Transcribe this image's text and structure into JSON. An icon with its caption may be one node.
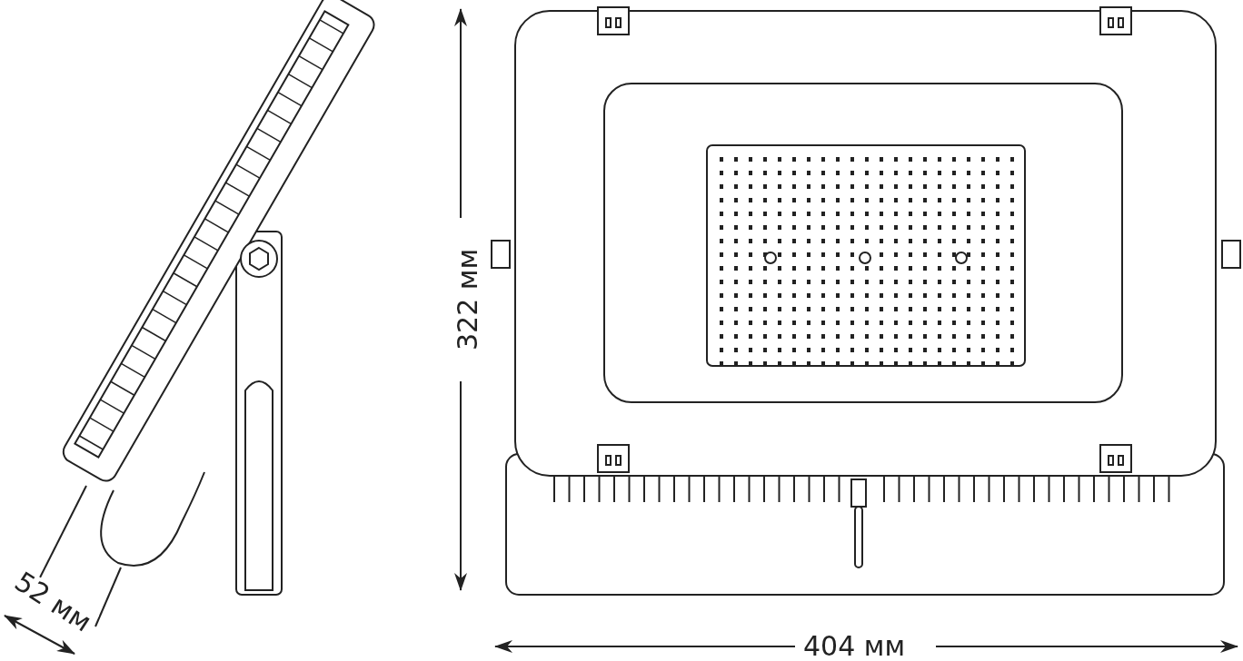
{
  "diagram": {
    "labels": [
      "52 мм",
      "322 мм",
      "404 мм"
    ]
  }
}
